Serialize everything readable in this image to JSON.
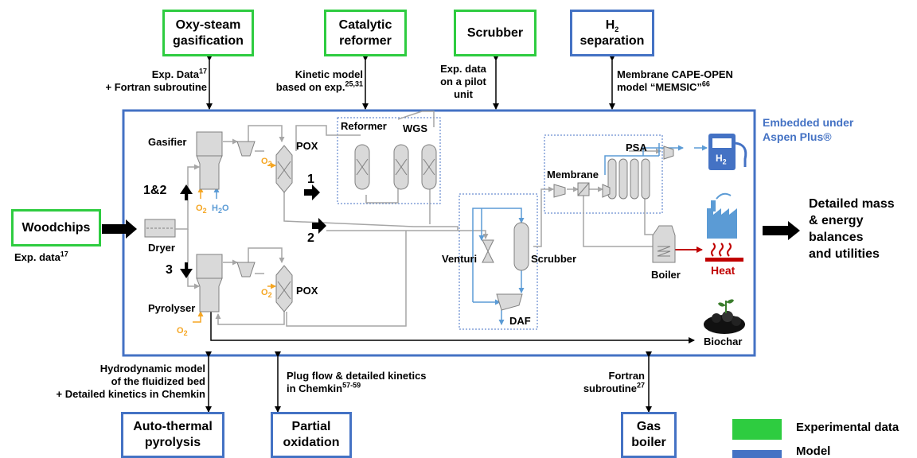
{
  "boxes": {
    "oxy_steam": {
      "line1": "Oxy-steam",
      "line2": "gasification"
    },
    "catalytic": {
      "line1": "Catalytic",
      "line2": "reformer"
    },
    "scrubber": {
      "line1": "Scrubber"
    },
    "h2_separation": {
      "h": "H",
      "sub": "2",
      "line2": "separation"
    },
    "woodchips": {
      "line1": "Woodchips"
    },
    "auto_thermal": {
      "line1": "Auto-thermal",
      "line2": "pyrolysis"
    },
    "partial_ox": {
      "line1": "Partial",
      "line2": "oxidation"
    },
    "gas_boiler": {
      "line1": "Gas",
      "line2": "boiler"
    }
  },
  "annotations": {
    "oxy_exp": "Exp. Data",
    "oxy_exp_sup": "17",
    "oxy_fortran": "+ Fortran subroutine",
    "kinetic_1": "Kinetic model",
    "kinetic_2": "based on exp.",
    "kinetic_sup": "25,31",
    "scrub_1": "Exp. data",
    "scrub_2": "on a pilot",
    "scrub_3": "unit",
    "membrane_1": "Membrane CAPE-OPEN",
    "membrane_2": "model “MEMSIC”",
    "membrane_sup": "66",
    "embedded_1": "Embedded under",
    "embedded_2": "Aspen Plus®",
    "woodchips_exp": "Exp. data",
    "woodchips_sup": "17",
    "detailed_1": "Detailed mass",
    "detailed_2": "& energy",
    "detailed_3": "balances",
    "detailed_4": "and utilities",
    "hydro_1": "Hydrodynamic model",
    "hydro_2": "of the fluidized bed",
    "hydro_3": "+ Detailed kinetics in Chemkin",
    "plug_1": "Plug flow & detailed kinetics",
    "plug_2": "in Chemkin",
    "plug_sup": "57-59",
    "fortran_1": "Fortran",
    "fortran_2": "subroutine",
    "fortran_sup": "27"
  },
  "units": {
    "gasifier": "Gasifier",
    "pox_top": "POX",
    "reformer": "Reformer",
    "wgs": "WGS",
    "psa": "PSA",
    "membrane": "Membrane",
    "route_12": "1&2",
    "route_1": "1",
    "route_2": "2",
    "route_3": "3",
    "dryer": "Dryer",
    "venturi": "Venturi",
    "scrubber_unit": "Scrubber",
    "boiler": "Boiler",
    "heat": "Heat",
    "pyrolyser": "Pyrolyser",
    "pox_bottom": "POX",
    "daf": "DAF",
    "biochar": "Biochar",
    "o2": "O",
    "h2o_h": "H",
    "h2o_o": "O",
    "sub2": "2",
    "h2_icon_h": "H",
    "h2_icon_sub": "2"
  },
  "legend": {
    "experimental": "Experimental data",
    "model": "Model",
    "experimental_color": "#2ecc40",
    "model_color": "#4472c4"
  },
  "colors": {
    "green": "#2ecc40",
    "blue": "#4472c4",
    "orange": "#f5a623",
    "light_blue": "#5b9bd5",
    "red": "#c00000",
    "gray": "#a6a6a6"
  }
}
